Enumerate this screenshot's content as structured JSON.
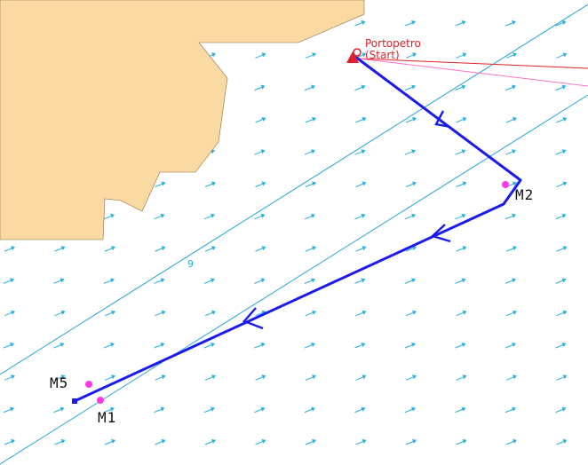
{
  "map": {
    "start_point": {
      "name": "Portopetro",
      "tag": "(Start)"
    },
    "marks": [
      "M2",
      "M5",
      "M1"
    ],
    "depth_label": "9",
    "icons": {
      "start": "start-boat-icon",
      "current": "current-arrow-icon",
      "waypoint": "mark-dot-icon"
    },
    "colors": {
      "land": "#fbd9a3",
      "land_outline": "#8a6a40",
      "water": "#ffffff",
      "route": "#1a1af0",
      "mark_dot": "#ff38e6",
      "start_marker": "#e0202a",
      "laylines_red": "#e0202a",
      "laylines_pink": "#ff70c8",
      "depth_contour": "#2aa6d6",
      "current_arrows": "#29b1e0"
    }
  }
}
